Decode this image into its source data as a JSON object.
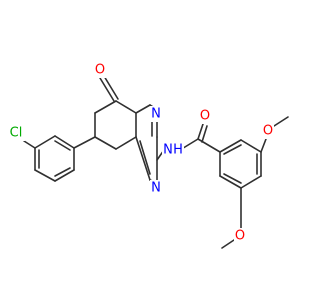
{
  "molecule": {
    "colors": {
      "bond": "#303030",
      "oxygen": "#ff0000",
      "nitrogen": "#0000ff",
      "chlorine": "#00aa00",
      "background": "#ffffff"
    },
    "atom_labels": {
      "cl": "Cl",
      "o_ketone": "O",
      "n_ring_upper": "N",
      "n_ring_lower": "N",
      "n_amide": "N",
      "h_amide": "H",
      "o_amide": "O",
      "o_methoxy_upper": "O",
      "o_methoxy_lower": "O"
    }
  }
}
